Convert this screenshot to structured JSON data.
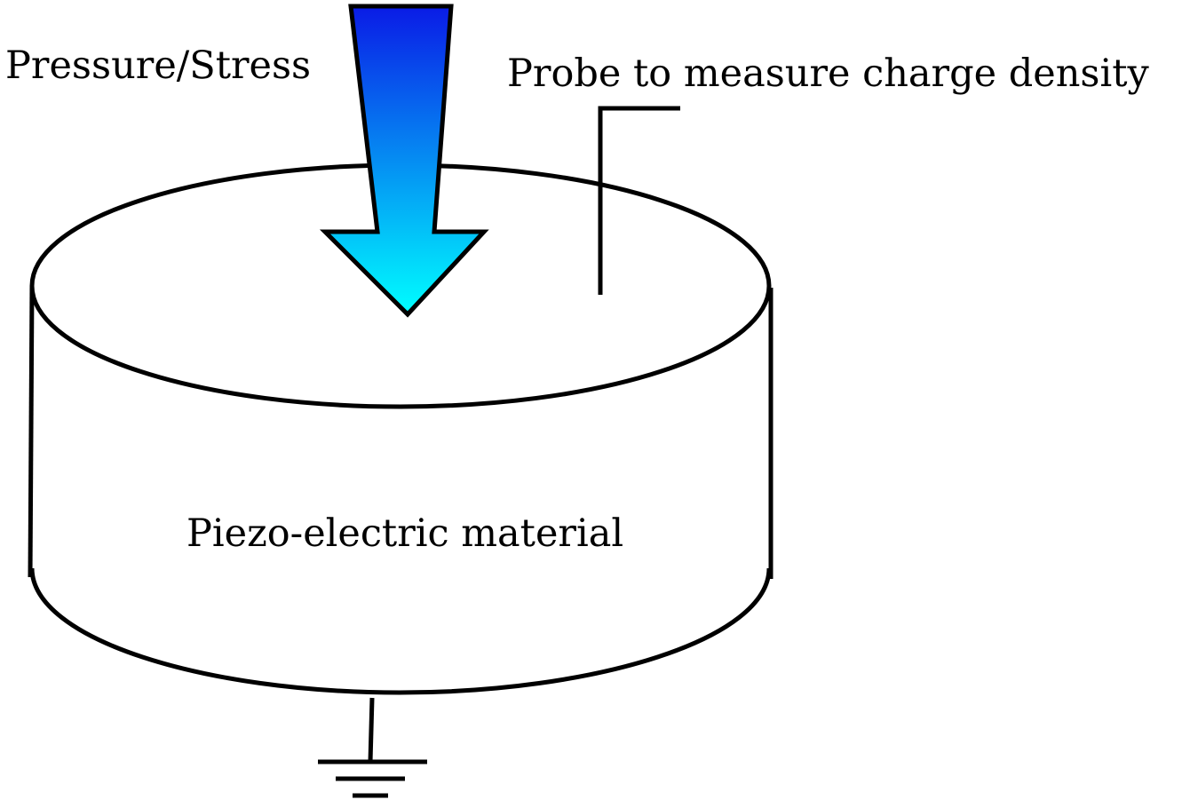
{
  "labels": {
    "pressure": "Pressure/Stress",
    "probe": "Probe to measure charge density",
    "material": "Piezo-electric material"
  },
  "colors": {
    "arrow_top": "#0a1be6",
    "arrow_bottom": "#00ffff",
    "outline": "#000000",
    "background": "#ffffff"
  },
  "icons": {
    "ground": "ground-symbol-icon",
    "arrow": "down-arrow-icon"
  }
}
